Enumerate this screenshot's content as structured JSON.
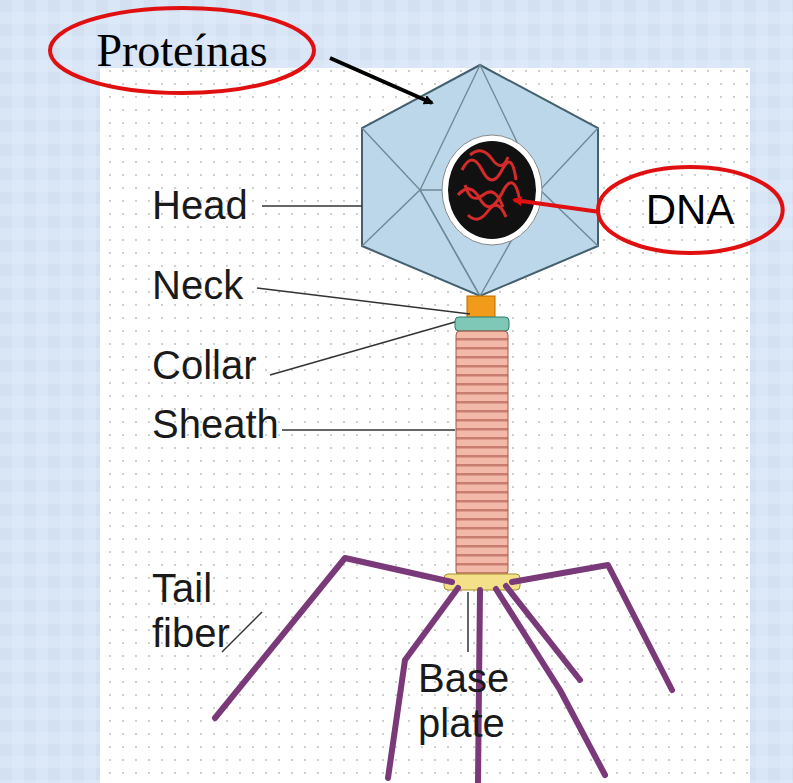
{
  "diagram": {
    "nodes": [
      {
        "text": [
          "Proteínas"
        ]
      },
      {
        "text": [
          "DNA"
        ]
      }
    ],
    "labels": [
      "Head",
      "Neck",
      "Collar",
      "Sheath",
      "Tail fiber",
      "Base plate"
    ]
  }
}
